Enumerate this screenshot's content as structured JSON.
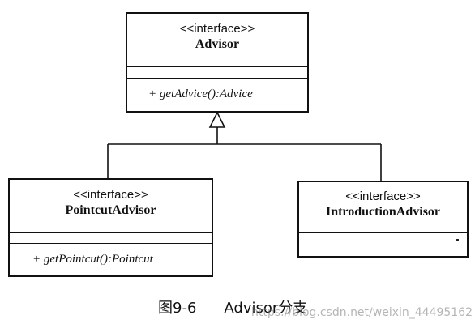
{
  "diagram": {
    "type": "uml-class-diagram",
    "classes": {
      "advisor": {
        "stereotype": "<<interface>>",
        "name": "Advisor",
        "methods": [
          "+ getAdvice():Advice"
        ]
      },
      "pointcut_advisor": {
        "stereotype": "<<interface>>",
        "name": "PointcutAdvisor",
        "methods": [
          "+ getPointcut():Pointcut"
        ]
      },
      "introduction_advisor": {
        "stereotype": "<<interface>>",
        "name": "IntroductionAdvisor",
        "methods": []
      }
    },
    "relationships": [
      {
        "type": "generalization",
        "from": "PointcutAdvisor",
        "to": "Advisor"
      },
      {
        "type": "generalization",
        "from": "IntroductionAdvisor",
        "to": "Advisor"
      }
    ]
  },
  "caption": {
    "figure_number": "图9-6",
    "title": "Advisor分支"
  },
  "watermark": "https://blog.csdn.net/weixin_44495162",
  "colors": {
    "line": "#111111",
    "background": "#ffffff"
  }
}
